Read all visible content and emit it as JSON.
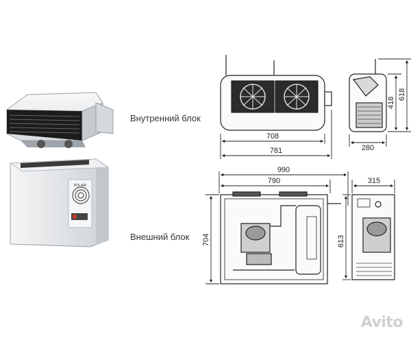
{
  "labels": {
    "indoor_unit": "Внутренний блок",
    "outdoor_unit": "Внешний блок"
  },
  "product_badge": {
    "brand": "POLAIR"
  },
  "dimensions": {
    "indoor_front_width": "708",
    "indoor_total_width": "781",
    "indoor_side_depth": "280",
    "indoor_side_height": "418",
    "indoor_total_height": "618",
    "outdoor_total_width": "990",
    "outdoor_body_width": "790",
    "outdoor_height": "704",
    "outdoor_side_depth": "315",
    "outdoor_side_height": "613"
  },
  "watermark": {
    "text": "Avito"
  },
  "colors": {
    "line": "#222222",
    "unit_body": "#e8eaec",
    "unit_shadow": "#b9bec3",
    "fan_dark": "#2a2a2a",
    "badge_red": "#c0392b"
  }
}
